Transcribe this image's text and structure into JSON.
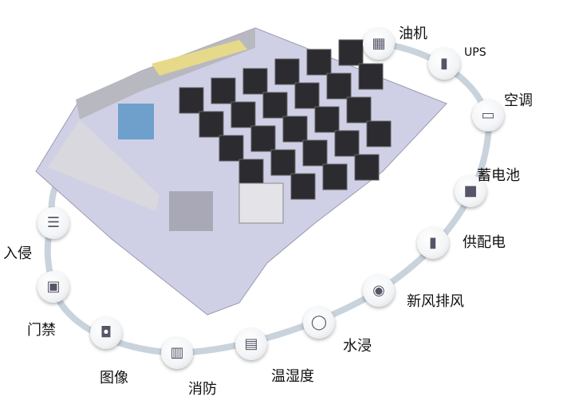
{
  "diagram": {
    "subject": "data-center-monitoring",
    "nodes": [
      {
        "id": "generator",
        "label": "油机",
        "icon": "generator-icon",
        "glyph": "▦"
      },
      {
        "id": "ups",
        "label": "UPS",
        "icon": "ups-icon",
        "glyph": "▮"
      },
      {
        "id": "ac",
        "label": "空调",
        "icon": "air-conditioner-icon",
        "glyph": "▭"
      },
      {
        "id": "battery",
        "label": "蓄电池",
        "icon": "battery-icon",
        "glyph": "■"
      },
      {
        "id": "power",
        "label": "供配电",
        "icon": "power-distribution-icon",
        "glyph": "▮"
      },
      {
        "id": "ventilation",
        "label": "新风排风",
        "icon": "fan-icon",
        "glyph": "◉"
      },
      {
        "id": "water",
        "label": "水浸",
        "icon": "water-leak-icon",
        "glyph": "◯"
      },
      {
        "id": "temp",
        "label": "温湿度",
        "icon": "thermometer-icon",
        "glyph": "▤"
      },
      {
        "id": "fire",
        "label": "消防",
        "icon": "fire-panel-icon",
        "glyph": "▥"
      },
      {
        "id": "video",
        "label": "图像",
        "icon": "camera-icon",
        "glyph": "◘"
      },
      {
        "id": "access",
        "label": "门禁",
        "icon": "access-control-icon",
        "glyph": "▣"
      },
      {
        "id": "intrusion",
        "label": "入侵",
        "icon": "infrared-fence-icon",
        "glyph": "☰"
      }
    ],
    "colors": {
      "ring": "#c9d3dc",
      "floor": "#cfd0e6",
      "wall": "#b8b8c0",
      "rack": "#2b2b30",
      "accent": "#4a8fd0"
    }
  }
}
